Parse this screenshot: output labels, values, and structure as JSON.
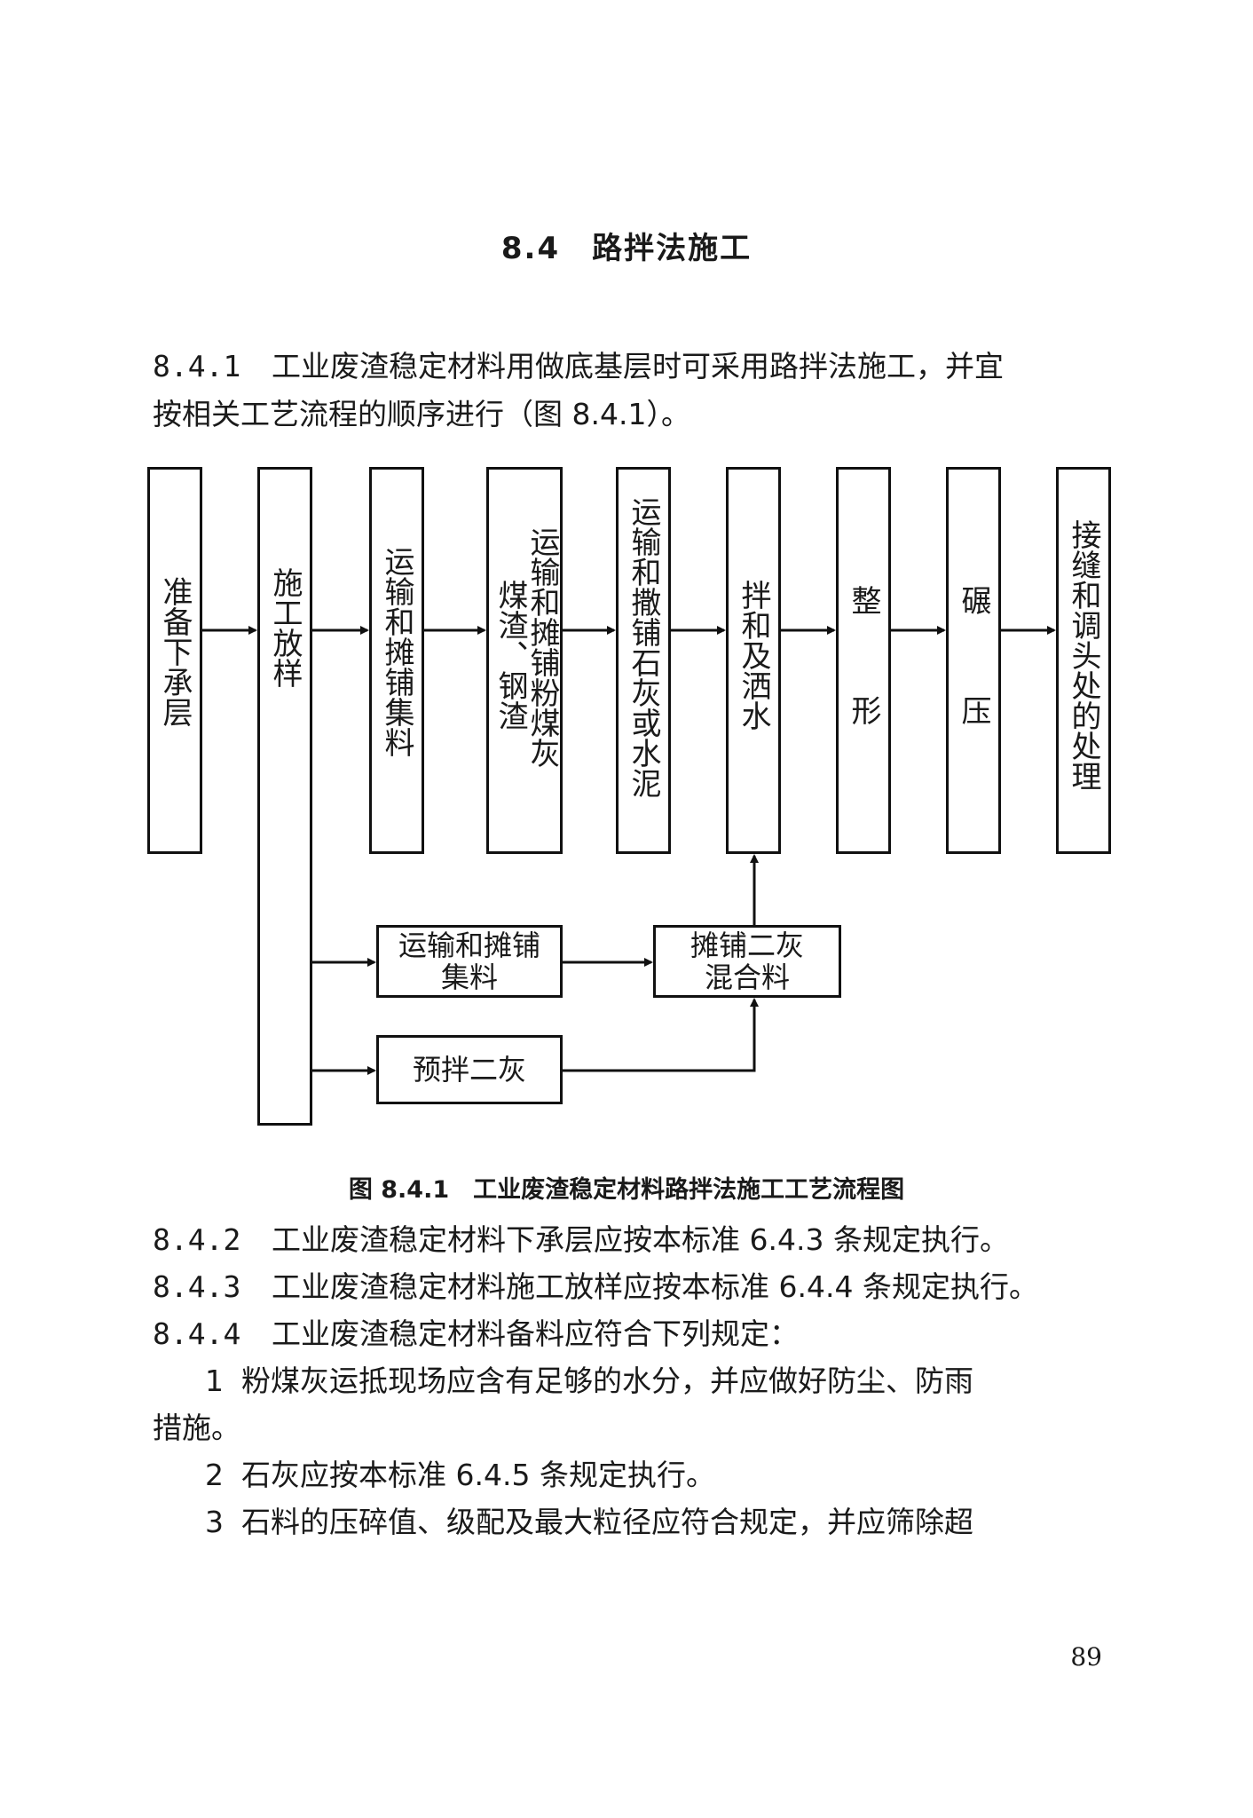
{
  "section_title": "8.4　路拌法施工",
  "clauses": [
    {
      "num": "8.4.1",
      "text": "工业废渣稳定材料用做底基层时可采用路拌法施工，并宜"
    },
    {
      "num": "",
      "text": "按相关工艺流程的顺序进行（图 8.4.1）。"
    }
  ],
  "flowchart": {
    "main_steps": [
      {
        "line1": "准备下承层",
        "line2": ""
      },
      {
        "line1": "施工放样",
        "line2": ""
      },
      {
        "line1": "运输和摊铺集料",
        "line2": ""
      },
      {
        "line1": "运输和摊铺粉煤灰",
        "line2": "煤渣、钢渣"
      },
      {
        "line1": "运输和撒铺石灰或水泥",
        "line2": ""
      },
      {
        "line1": "拌和及洒水",
        "line2": ""
      },
      {
        "line1": "整　形",
        "line2": ""
      },
      {
        "line1": "碾　压",
        "line2": ""
      },
      {
        "line1": "接缝和调头处的处理",
        "line2": ""
      }
    ],
    "branch_steps": [
      {
        "line1": "运输和摊铺",
        "line2": "集料"
      },
      {
        "line1": "摊铺二灰",
        "line2": "混合料"
      },
      {
        "line1": "预拌二灰",
        "line2": ""
      }
    ]
  },
  "figure_caption": "图 8.4.1　工业废渣稳定材料路拌法施工工艺流程图",
  "after": [
    {
      "num": "8.4.2",
      "text": "工业废渣稳定材料下承层应按本标准 6.4.3 条规定执行。"
    },
    {
      "num": "8.4.3",
      "text": "工业废渣稳定材料施工放样应按本标准 6.4.4 条规定执行。"
    },
    {
      "num": "8.4.4",
      "text": "工业废渣稳定材料备料应符合下列规定："
    }
  ],
  "items": [
    {
      "num": "1",
      "text": "粉煤灰运抵现场应含有足够的水分，并应做好防尘、防雨"
    },
    {
      "num": "",
      "text": "措施。"
    },
    {
      "num": "2",
      "text": "石灰应按本标准 6.4.5 条规定执行。"
    },
    {
      "num": "3",
      "text": "石料的压碎值、级配及最大粒径应符合规定，并应筛除超"
    }
  ],
  "page_number": "89"
}
